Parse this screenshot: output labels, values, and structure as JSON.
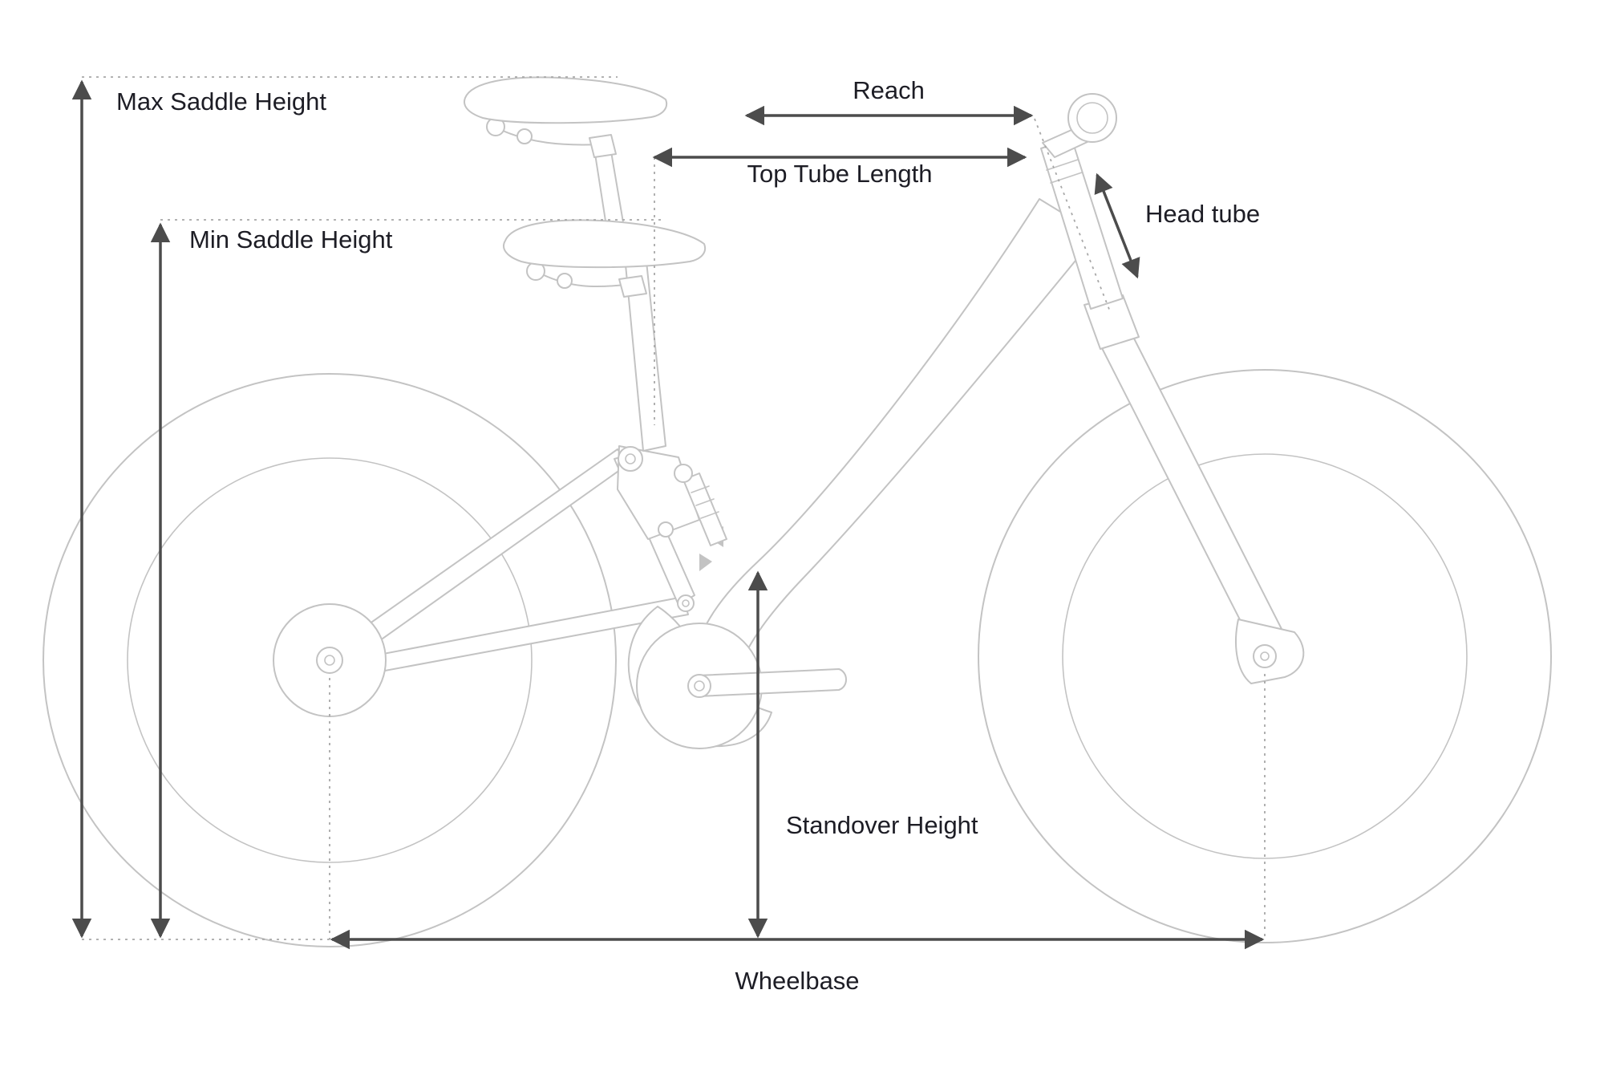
{
  "labels": {
    "max_saddle_height": "Max Saddle Height",
    "min_saddle_height": "Min Saddle Height",
    "reach": "Reach",
    "top_tube_length": "Top Tube Length",
    "head_tube": "Head tube",
    "standover_height": "Standover Height",
    "wheelbase": "Wheelbase"
  },
  "colors": {
    "dimension": "#4c4c4c",
    "artwork": "#c3c3c3",
    "guide": "#a8a8a8",
    "text": "#1d1d25",
    "background": "#ffffff"
  }
}
